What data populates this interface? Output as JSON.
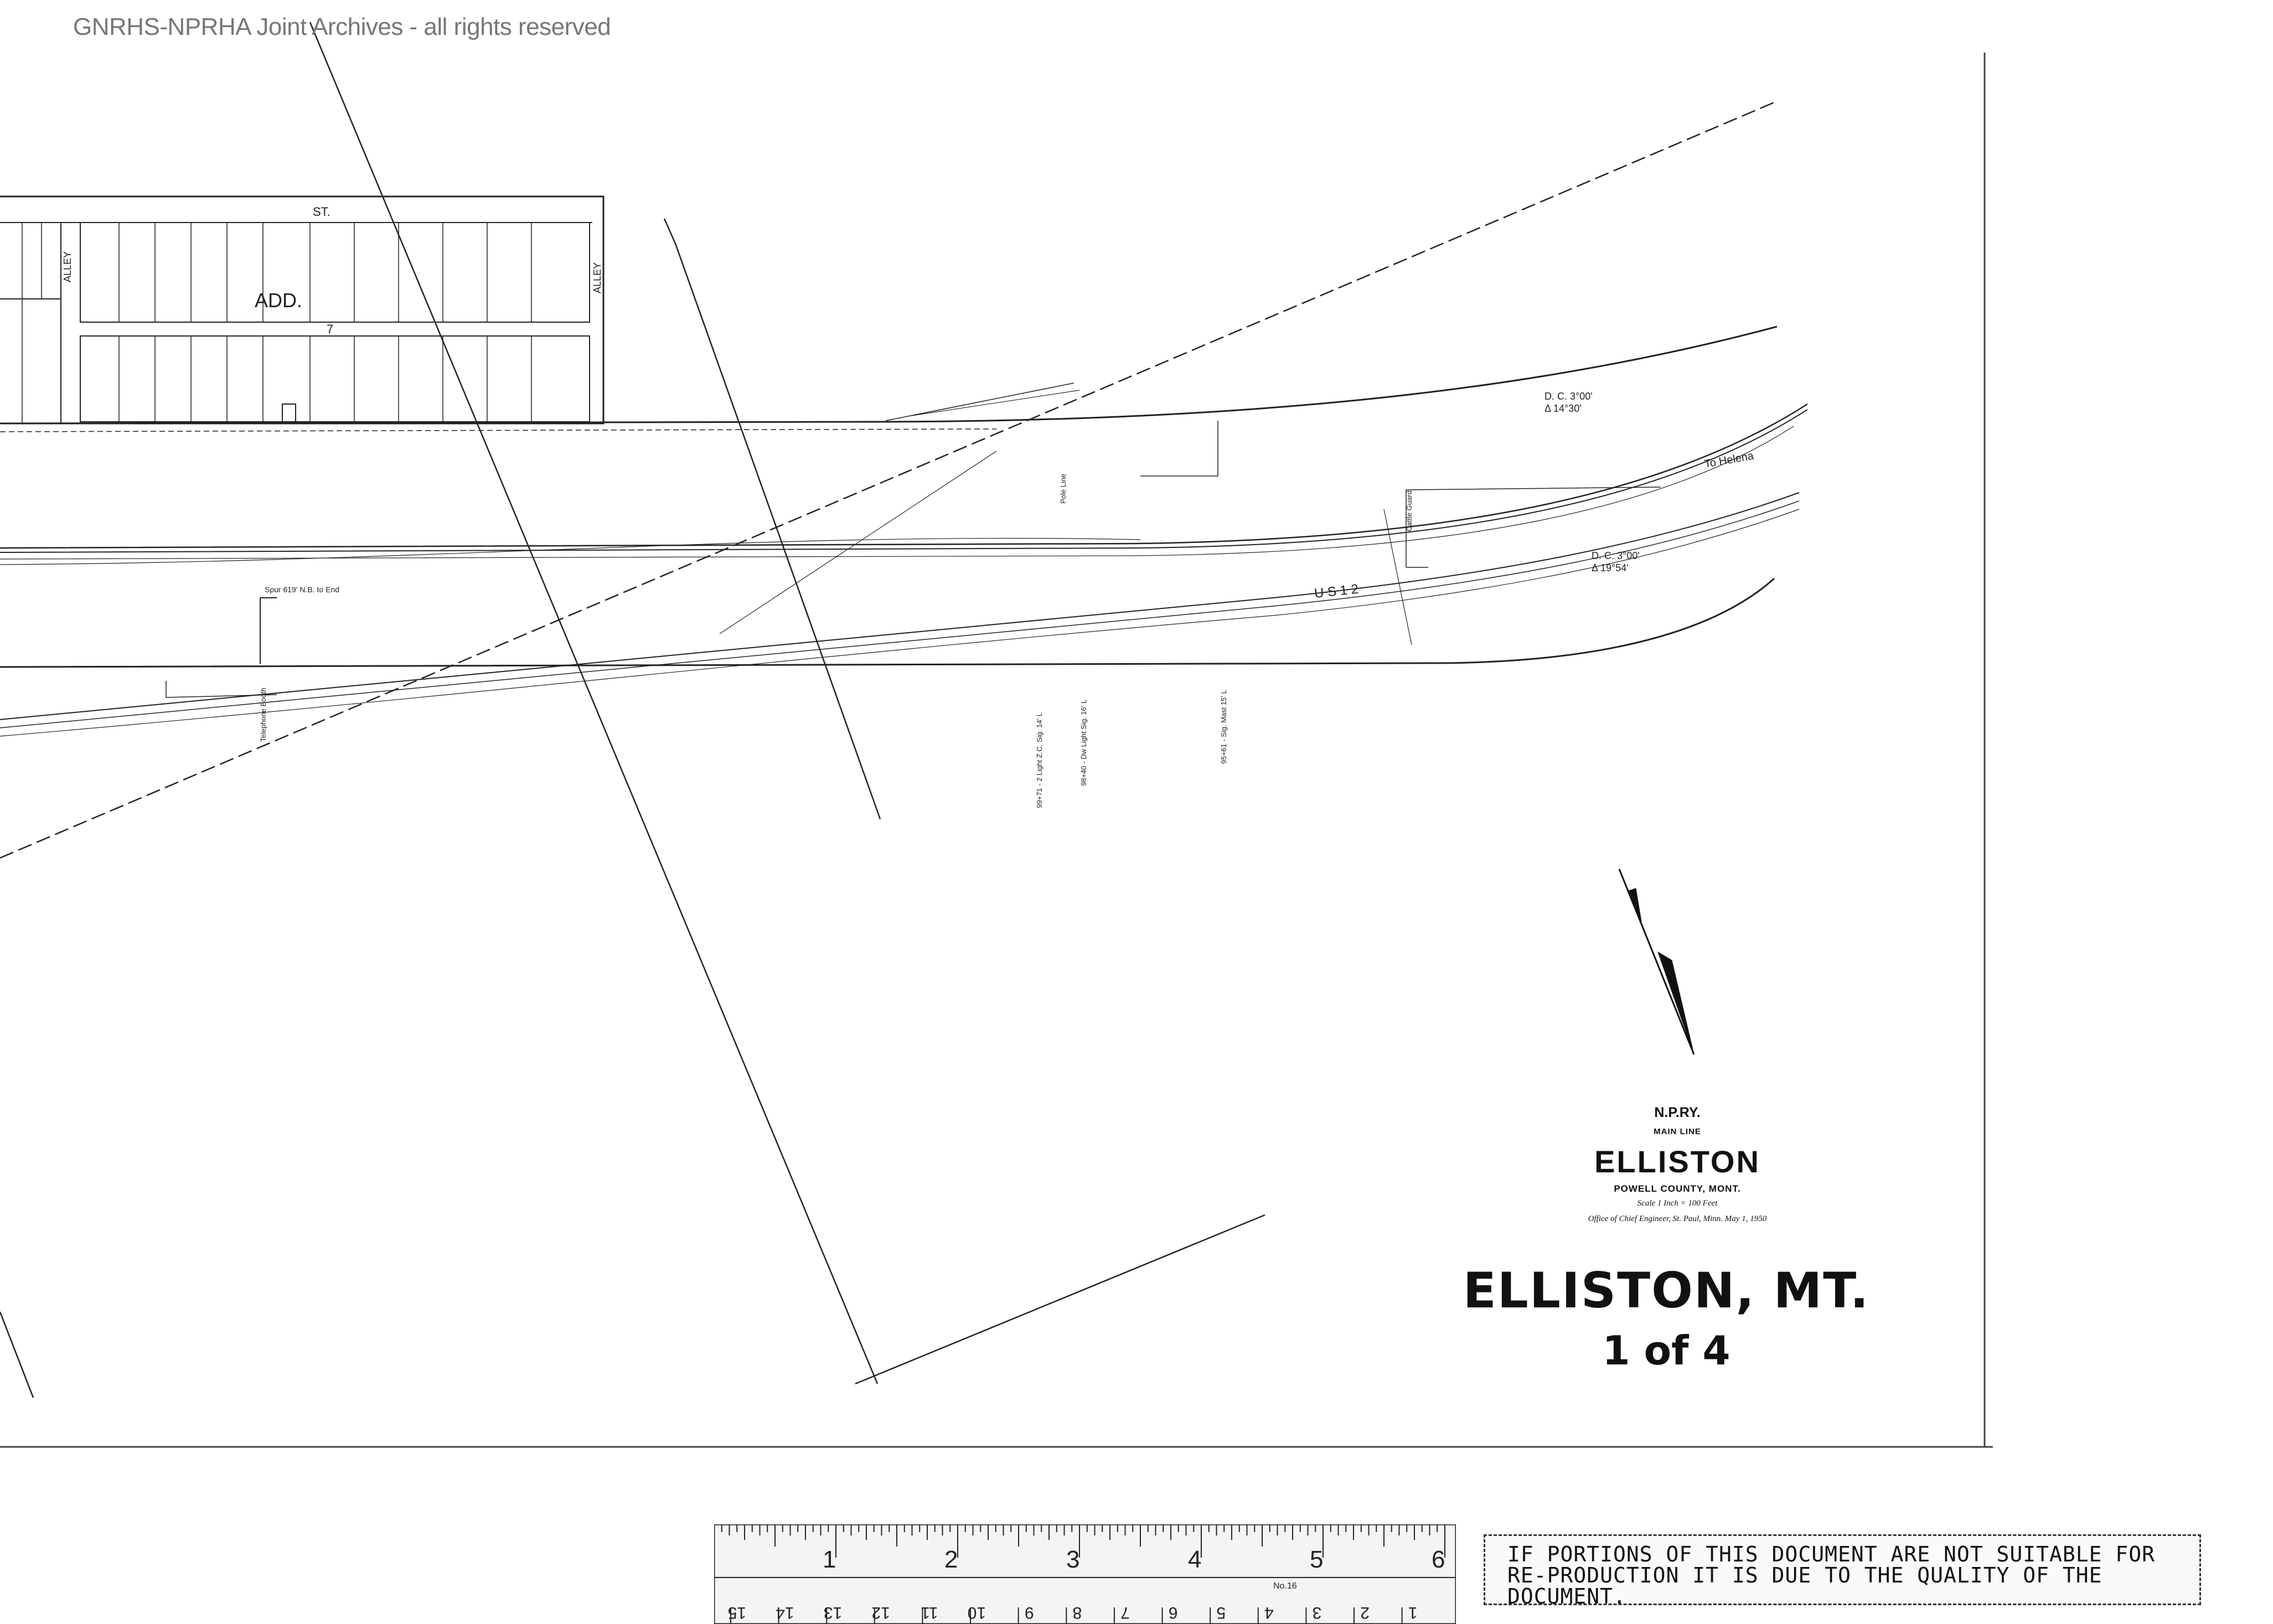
{
  "watermark": "GNRHS-NPRHA Joint Archives - all rights reserved",
  "map": {
    "street_label": "ST.",
    "alley_labels": [
      "ALLEY",
      "ALLEY"
    ],
    "addition_label": "ADD.",
    "block_number": "7",
    "track_labels": {
      "to_helena": "To Helena",
      "us_highway": "U S 1 2",
      "spur": "Spur 619' N.B. to End",
      "curve_upper": [
        "D. C. 3°00'",
        "Δ 14°30'"
      ],
      "curve_lower": [
        "D. C. 3°00'",
        "Δ 19°54'"
      ]
    },
    "station_labels": [
      "99+71 - 2 Light Z.C. Sig. 14' L",
      "98+40 - Dw Light Sig. 16' L",
      "95+61 - Sig. Mast 15' L",
      "Telephone Booth",
      "Cattle Guard",
      "Pole Line"
    ]
  },
  "title_block": {
    "railroad": "N.P.RY.",
    "line": "MAIN LINE",
    "station": "ELLISTON",
    "county": "POWELL COUNTY, MONT.",
    "scale": "Scale 1 Inch = 100 Feet",
    "office": "Office of Chief Engineer, St. Paul, Minn. May 1, 1950"
  },
  "sheet_title": "ELLISTON, MT.",
  "sheet_number": "1 of 4",
  "ruler": {
    "inch_labels": [
      "1",
      "2",
      "3",
      "4",
      "5",
      "6"
    ],
    "model": "No.16",
    "cm_labels": [
      "15",
      "14",
      "13",
      "12",
      "11",
      "10",
      "9",
      "8",
      "7",
      "6",
      "5",
      "4",
      "3",
      "2",
      "1"
    ]
  },
  "notice": "IF PORTIONS OF THIS DOCUMENT ARE NOT SUITABLE FOR RE-PRODUCTION IT IS DUE TO THE QUALITY OF THE DOCUMENT."
}
